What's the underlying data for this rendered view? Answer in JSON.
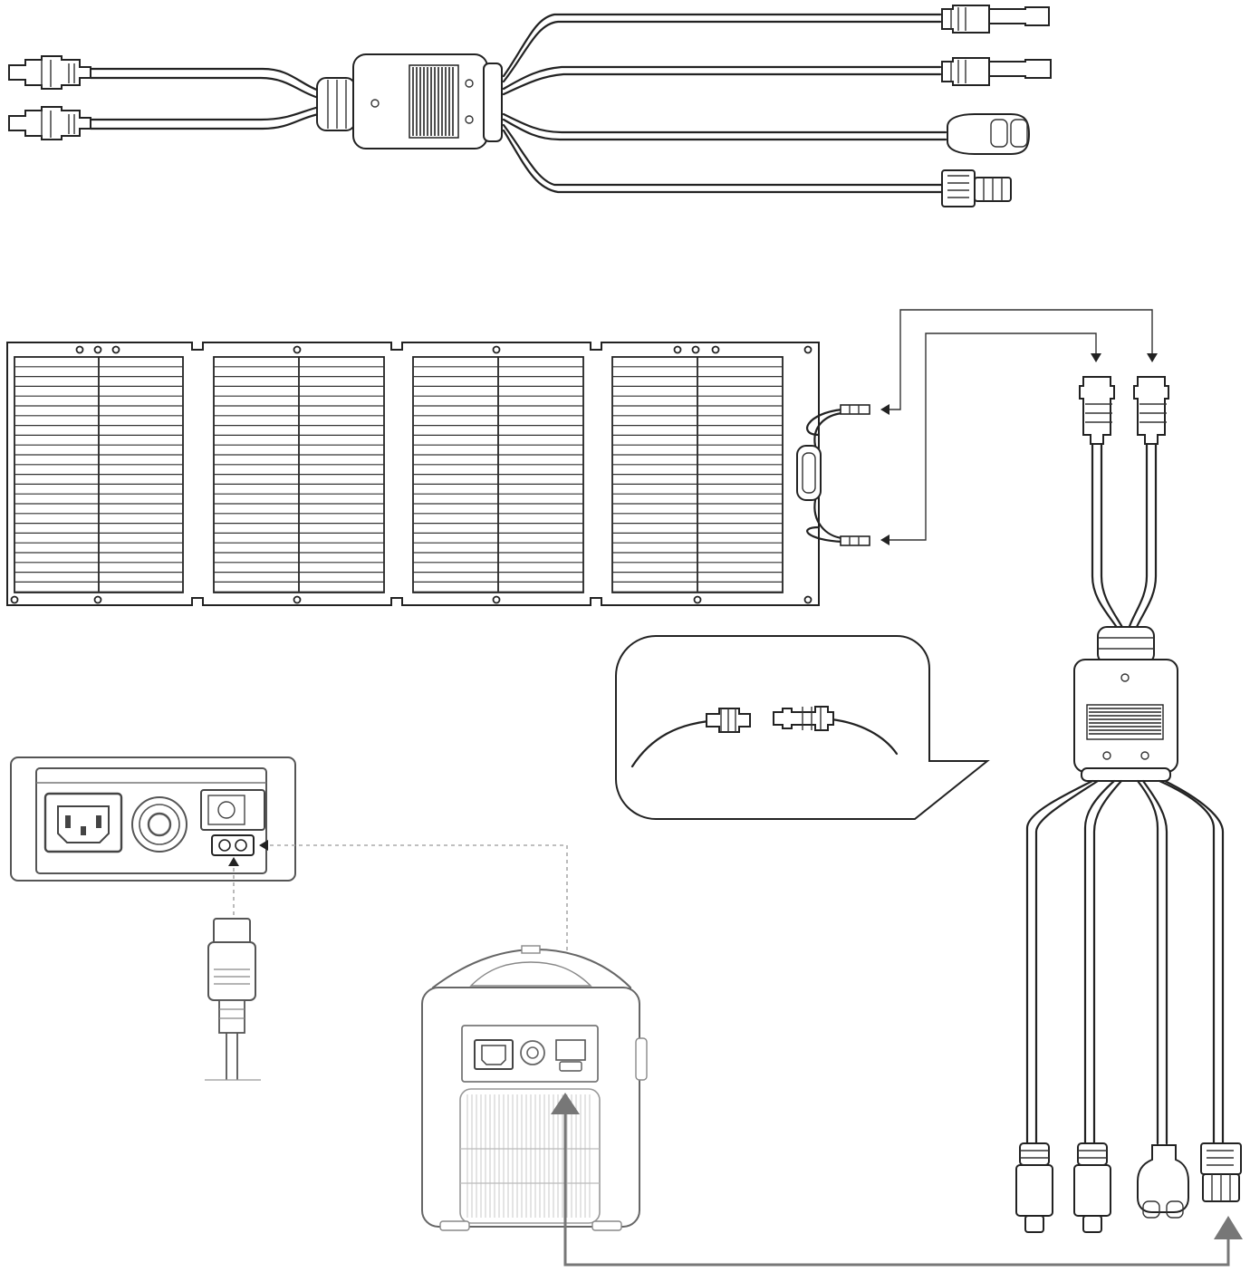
{
  "figure": {
    "description_items": [
      "y-splitter-cable",
      "foldable-solar-panel",
      "mc4-connection-callout",
      "y-splitter-cable-vertical",
      "power-station-port-panel",
      "power-station"
    ],
    "colors": {
      "line": "#222222",
      "dashed_guide": "#aaaaaa",
      "arrow_gray": "#777777",
      "background": "#ffffff"
    },
    "icons": [
      "mc4-connector-icon",
      "dc5521-plug-icon",
      "anderson-plug-icon",
      "xt60-plug-icon",
      "ac-socket-icon",
      "arrow-icon"
    ],
    "solar_panel": {
      "fold_sections": 4
    },
    "splitter_top": {
      "inputs": 2,
      "outputs": 4
    },
    "splitter_vertical": {
      "inputs": 2,
      "outputs": 4
    }
  }
}
